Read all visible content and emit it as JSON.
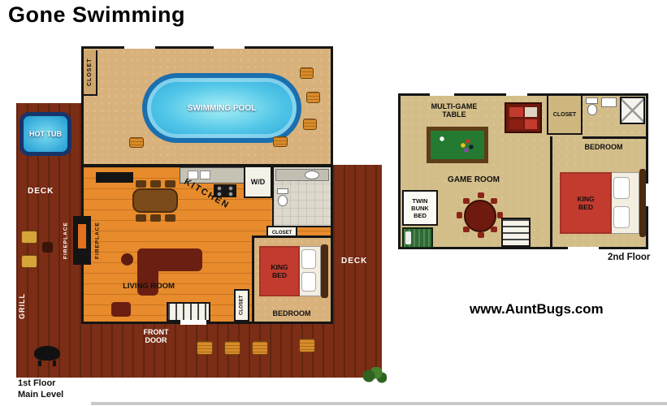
{
  "title": "Gone Swimming",
  "website": "www.AuntBugs.com",
  "colors": {
    "deck": "#7b2d15",
    "sand_floor": "#d8b17b",
    "wood_floor": "#e78b2c",
    "pool_water": "#35b5e0",
    "hot_tub_water": "#2fb3e8",
    "second_floor_bg": "#d3bd88",
    "bed_blanket": "#c23b2e",
    "pool_felt_green": "#237a30"
  },
  "floor1": {
    "caption_line1": "1st Floor",
    "caption_line2": "Main Level",
    "pool_label": "SWIMMING POOL",
    "pool_closet": "CLOSET",
    "hot_tub": "HOT TUB",
    "deck_left": "DECK",
    "deck_right": "DECK",
    "grill": "GRILL",
    "fireplace_outer": "FIREPLACE",
    "fireplace_inner": "FIREPLACE",
    "kitchen": "KITCHEN",
    "wd": "W/D",
    "living_room": "LIVING ROOM",
    "hall_closet": "CLOSET",
    "bedroom_closet": "CLOSET",
    "bedroom": "BEDROOM",
    "king_bed": "KING BED",
    "front_door": "FRONT DOOR"
  },
  "floor2": {
    "caption": "2nd Floor",
    "multi_game_table": "MULTI-GAME TABLE",
    "game_room": "GAME ROOM",
    "closet": "CLOSET",
    "bedroom": "BEDROOM",
    "king_bed": "KING BED",
    "twin_bunk_bed": "TWIN BUNK BED"
  }
}
